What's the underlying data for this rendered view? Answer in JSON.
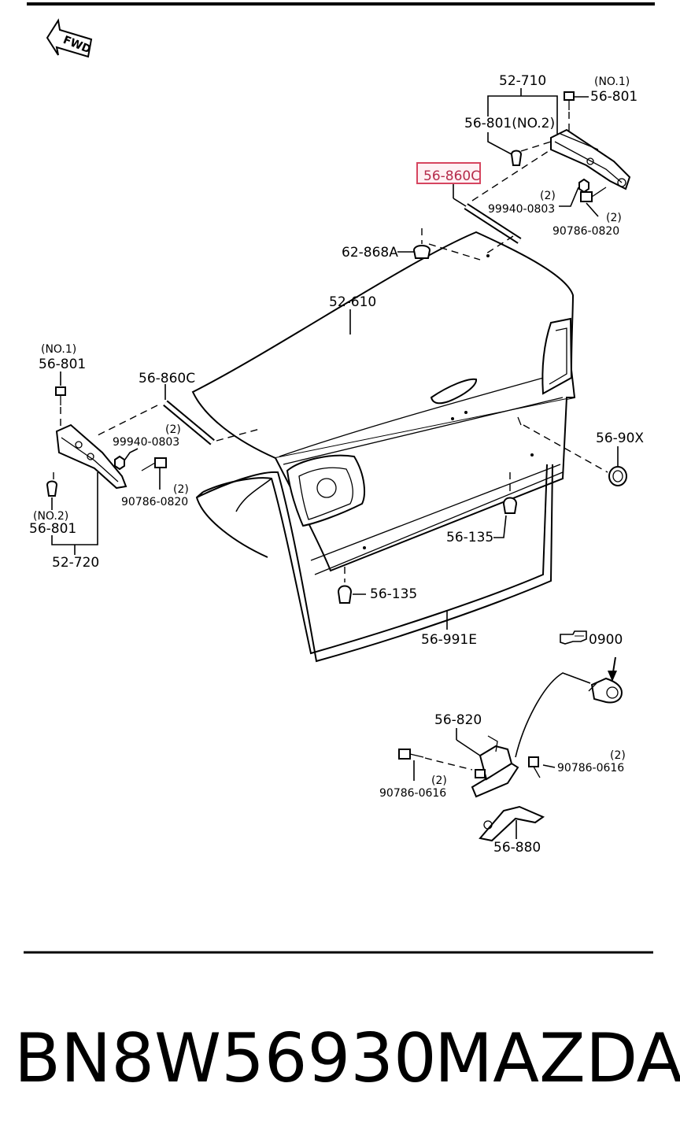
{
  "fwd_label": "FWD",
  "highlight_color": "#d6455f",
  "callouts": {
    "hinge_right": "52-710",
    "bolt_no1_right_qual": "(NO.1)",
    "bolt_no1_right": "56-801",
    "bolt_no2_right": "56-801(NO.2)",
    "strut_right": "56-860C",
    "nut_right_qty": "(2)",
    "nut_right": "99940-0803",
    "bolt_right_qty": "(2)",
    "bolt_right": "90786-0820",
    "bumper_top": "62-868A",
    "lid": "52-610",
    "bolt_no1_left_qual": "(NO.1)",
    "bolt_no1_left": "56-801",
    "strut_left": "56-860C",
    "nut_left_qty": "(2)",
    "nut_left": "99940-0803",
    "bolt_left_qty": "(2)",
    "bolt_left": "90786-0820",
    "bolt_no2_left_qual": "(NO.2)",
    "bolt_no2_left": "56-801",
    "hinge_left": "52-720",
    "plug": "56-90X",
    "bumper_right": "56-135",
    "bumper_left": "56-135",
    "weatherstrip": "56-991E",
    "ref_page": "0900",
    "lock": "56-820",
    "lock_bolt_left": "90786-0616",
    "lock_bolt_left_qty": "(2)",
    "lock_bolt_right_qty": "(2)",
    "lock_bolt_right": "90786-0616",
    "striker": "56-880"
  },
  "footer": {
    "part_number": "BN8W56930",
    "brand": "MAZDA"
  }
}
